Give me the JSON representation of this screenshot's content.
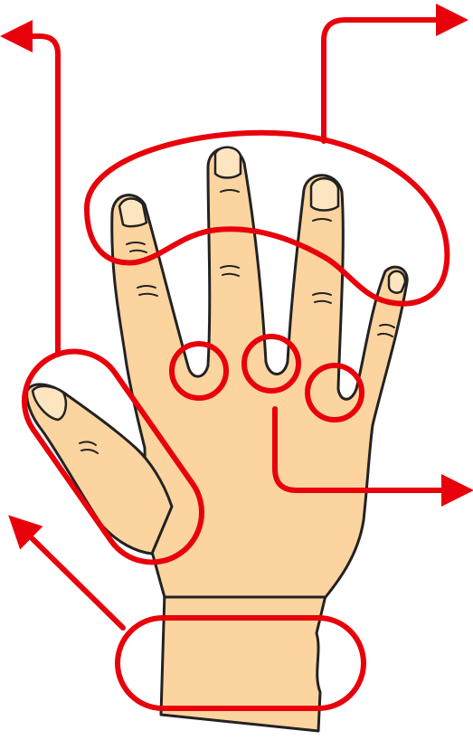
{
  "diagram": {
    "subject": "hand-illustration",
    "colors": {
      "background": "#ffffff",
      "skin": "#fcd49f",
      "outline": "#222222",
      "annotation": "#e8000b"
    },
    "regions": [
      {
        "id": "fingertips",
        "shape": "closed-curve"
      },
      {
        "id": "thumb",
        "shape": "capsule"
      },
      {
        "id": "finger-web-1",
        "shape": "circle"
      },
      {
        "id": "finger-web-2",
        "shape": "circle"
      },
      {
        "id": "finger-web-3",
        "shape": "circle"
      },
      {
        "id": "wrist",
        "shape": "rounded-rect"
      }
    ],
    "arrows": [
      {
        "from": "fingertips",
        "direction": "up-right"
      },
      {
        "from": "thumb",
        "direction": "up-left"
      },
      {
        "from": "finger-web-2",
        "direction": "right"
      },
      {
        "from": "wrist",
        "direction": "up-left"
      }
    ]
  }
}
